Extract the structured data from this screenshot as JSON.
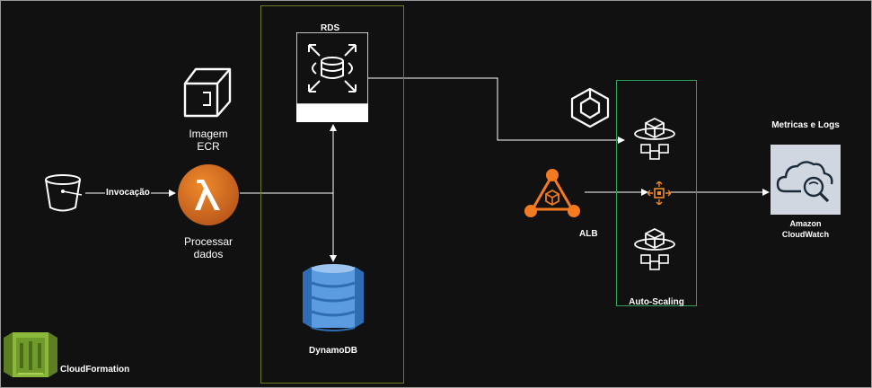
{
  "colors": {
    "background": "#111111",
    "lambda_orange": "#e8761b",
    "alb_orange": "#f37a1f",
    "dynamodb_blue": "#4d8fd6",
    "cloudwatch_bg": "#d0d7e0",
    "cloudformation_green": "#7aa232",
    "rds_group_border": "#6f7a24",
    "autoscaling_group_border": "#2fa35a",
    "wire": "#ffffff"
  },
  "nodes": {
    "s3": {
      "icon": "s3-bucket-icon"
    },
    "ecr": {
      "icon": "ecr-icon",
      "label": "Imagem\nECR"
    },
    "lambda": {
      "icon": "lambda-icon",
      "label": "Processar\ndados"
    },
    "rds": {
      "icon": "rds-icon",
      "label": "RDS"
    },
    "dynamodb": {
      "icon": "dynamodb-icon",
      "label": "DynamoDB"
    },
    "ecs": {
      "icon": "ecs-icon"
    },
    "alb": {
      "icon": "alb-icon",
      "label": "ALB"
    },
    "autoscaling": {
      "label": "Auto-Scaling"
    },
    "cloudwatch": {
      "icon": "cloudwatch-icon",
      "label": "Amazon\nCloudWatch",
      "title": "Metricas e Logs"
    },
    "cloudformation": {
      "icon": "cloudformation-icon",
      "label": "CloudFormation"
    }
  },
  "edges": {
    "invocation": {
      "label": "Invocação"
    }
  }
}
